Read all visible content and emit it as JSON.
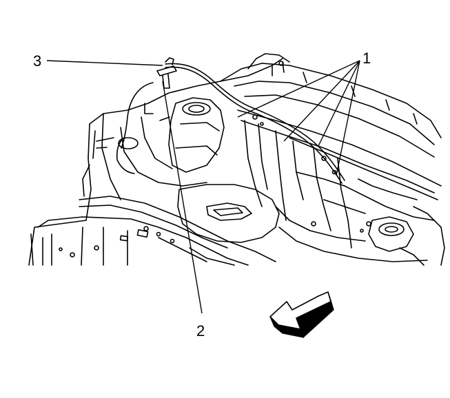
{
  "diagram": {
    "callouts": [
      {
        "id": "callout-1",
        "label": "1"
      },
      {
        "id": "callout-2",
        "label": "2"
      },
      {
        "id": "callout-3",
        "label": "3"
      }
    ],
    "colors": {
      "ink": "#000000",
      "paper": "#ffffff"
    },
    "icons": {
      "direction_arrow": "front-direction-arrow-icon"
    }
  }
}
